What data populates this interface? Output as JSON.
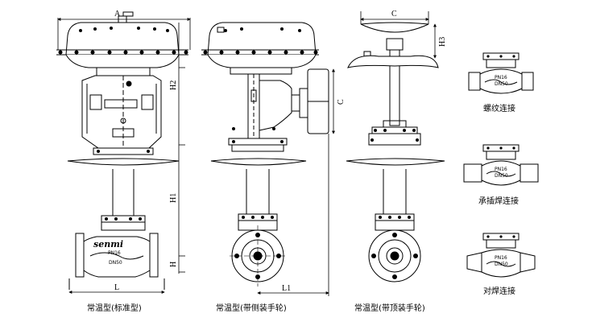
{
  "views": {
    "standard": {
      "caption": "常温型(标准型)",
      "dim_width": "A",
      "dim_height_top": "H2",
      "dim_height_mid": "H1",
      "dim_height_bottom": "H",
      "dim_length": "L",
      "brand": "senmi",
      "rating": "PN16",
      "size": "DN50"
    },
    "side_handwheel": {
      "caption": "常温型(带侧装手轮)",
      "dim_length": "L1",
      "dim_wheel": "C"
    },
    "top_handwheel": {
      "caption": "常温型(带顶装手轮)",
      "dim_wheel": "C",
      "dim_height": "H3"
    }
  },
  "connections": [
    {
      "caption": "螺纹连接",
      "rating": "PN16",
      "size": "DN50"
    },
    {
      "caption": "承插焊连接",
      "rating": "PN16",
      "size": "DN50"
    },
    {
      "caption": "对焊连接",
      "rating": "PN16",
      "size": "DN50"
    }
  ]
}
